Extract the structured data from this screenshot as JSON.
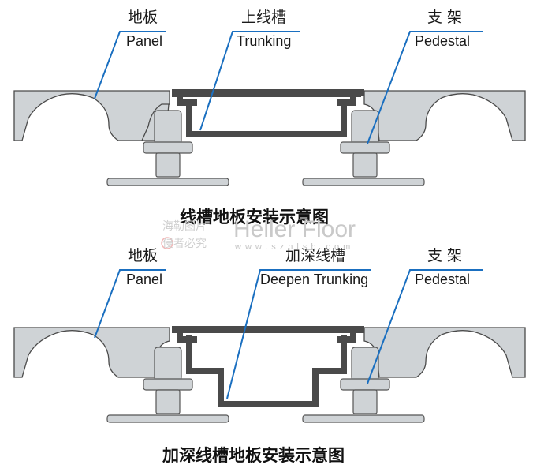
{
  "diagram1": {
    "labels": {
      "panel_cn": "地板",
      "panel_en": "Panel",
      "trunk_cn": "上线槽",
      "trunk_en": "Trunking",
      "pedestal_cn": "支 架",
      "pedestal_en": "Pedestal"
    },
    "caption": "线槽地板安装示意图"
  },
  "diagram2": {
    "labels": {
      "panel_cn": "地板",
      "panel_en": "Panel",
      "trunk_cn": "加深线槽",
      "trunk_en": "Deepen Trunking",
      "pedestal_cn": "支 架",
      "pedestal_en": "Pedestal"
    },
    "caption": "加深线槽地板安装示意图"
  },
  "watermark": {
    "brand": "Heller Floor",
    "url": "www.szhlsb.com",
    "cn_line1": "海勒图片",
    "cn_line2": "侵者必究"
  },
  "colors": {
    "panel_fill": "#cfd3d6",
    "trunking": "#4a4a4a",
    "leader_line": "#1a6fc0"
  }
}
